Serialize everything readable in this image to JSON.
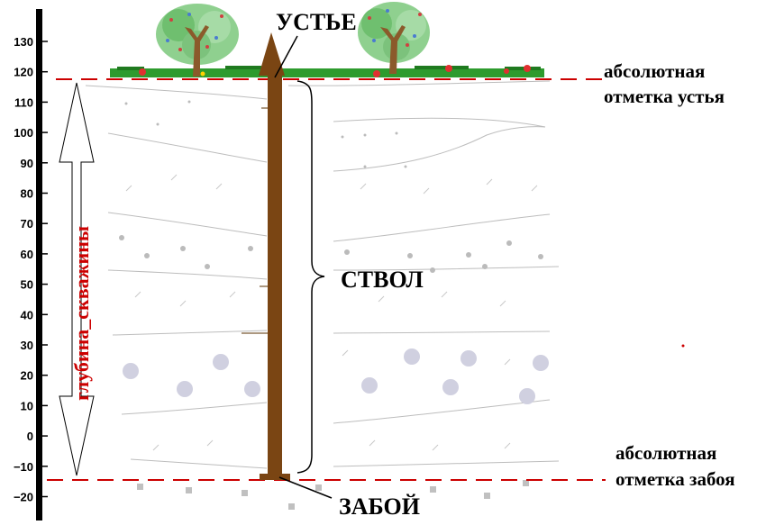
{
  "scale": {
    "ticks": [
      "130",
      "120",
      "110",
      "100",
      "90",
      "80",
      "70",
      "60",
      "50",
      "40",
      "30",
      "20",
      "10",
      "0",
      "−10",
      "−20"
    ]
  },
  "labels": {
    "wellhead": "УСТЬЕ",
    "trunk": "СТВОЛ",
    "bottom": "ЗАБОЙ",
    "depth": "глубина_скважины",
    "abs_top_line1": "абсолютная",
    "abs_top_line2": "отметка устья",
    "abs_bottom_line1": "абсолютная",
    "abs_bottom_line2": "отметка забоя"
  },
  "colors": {
    "reference_line": "#cc0000",
    "well_shaft": "#7a4513",
    "depth_label": "#cc0000",
    "grass": "#2e9b2e"
  }
}
